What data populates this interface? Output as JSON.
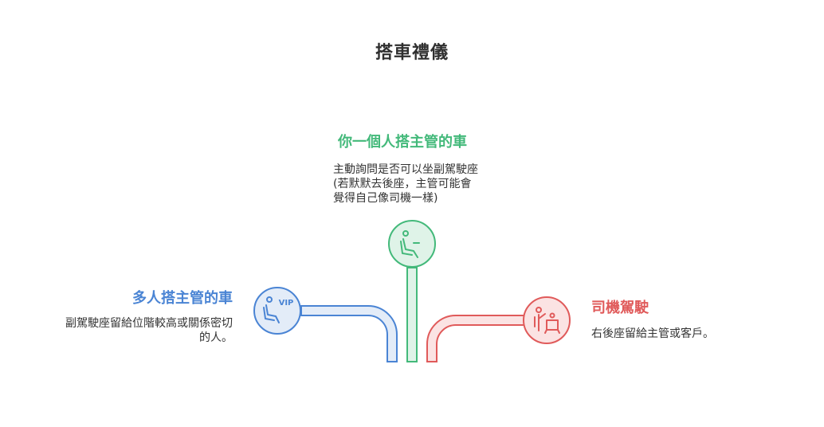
{
  "title": "搭車禮儀",
  "branches": {
    "center": {
      "heading": "你一個人搭主管的車",
      "description_lines": [
        "主動詢問是否可以坐副駕駛座",
        "(若默默去後座，主管可能會",
        "覺得自己像司機一樣)"
      ],
      "icon": "seat-icon",
      "color": "#43b97a"
    },
    "left": {
      "heading": "多人搭主管的車",
      "description_lines": [
        "副駕駛座留給位階較高或關係密切",
        "的人。"
      ],
      "icon": "vip-seat-icon",
      "icon_text": "VIP",
      "color": "#4a84d4"
    },
    "right": {
      "heading": "司機駕駛",
      "description_lines": [
        "右後座留給主管或客戶。"
      ],
      "icon": "driver-icon",
      "color": "#e05a5a"
    }
  }
}
